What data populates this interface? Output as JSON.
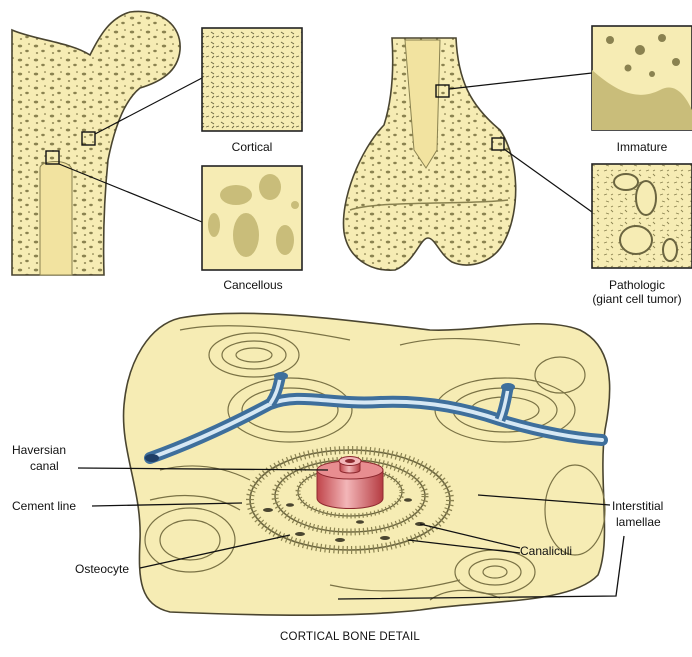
{
  "labels": {
    "cortical": "Cortical",
    "cancellous": "Cancellous",
    "immature": "Immature",
    "pathologic_line1": "Pathologic",
    "pathologic_line2": "(giant cell tumor)",
    "haversian_line1": "Haversian",
    "haversian_line2": "canal",
    "cement_line": "Cement line",
    "osteocyte": "Osteocyte",
    "interstitial_line1": "Interstitial",
    "interstitial_line2": "lamellae",
    "canaliculi": "Canaliculi",
    "caption": "CORTICAL BONE DETAIL"
  },
  "colors": {
    "bone_fill": "#f6ecb4",
    "bone_outline": "#4a4530",
    "bone_texture": "#8a8250",
    "vessel_blue": "#4f85b5",
    "vessel_light": "#d7e8f4",
    "canal_red": "#d45a5f",
    "canal_pink": "#f3b6b8"
  }
}
